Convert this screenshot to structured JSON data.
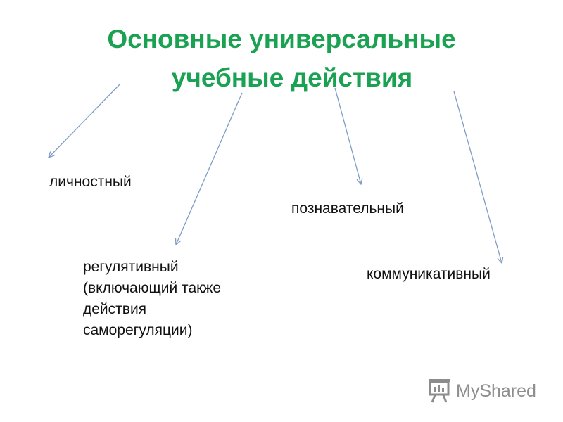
{
  "title": {
    "line1": "Основные универсальные",
    "line2": "учебные действия"
  },
  "nodes": {
    "personal": "личностный",
    "cognitive": "познавательный",
    "regulative": {
      "line1": "регулятивный",
      "line2": "(включающий также",
      "line3": "действия",
      "line4": "саморегуляции)"
    },
    "communicative": "коммуникативный"
  },
  "watermark": {
    "text": "MyShared",
    "icon": "presentation-board-icon"
  },
  "colors": {
    "title": "#1aa152",
    "arrow": "#7f9cc6",
    "text": "#111111",
    "watermark": "#8c8c8c"
  }
}
